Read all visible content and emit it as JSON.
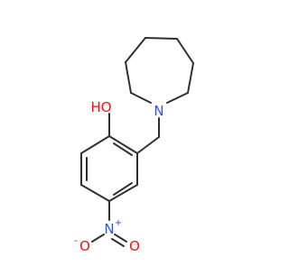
{
  "molecule": {
    "atoms": {
      "oh": "HO",
      "n_ring": "N",
      "n_nitro": "N",
      "n_nitro_charge": "+",
      "o_nitro_left": "O",
      "o_nitro_left_charge": "-",
      "o_nitro_right": "O"
    }
  },
  "colors": {
    "bond": "#303030",
    "oxygen": "#ff0d0d",
    "nitrogen": "#3050f8"
  }
}
